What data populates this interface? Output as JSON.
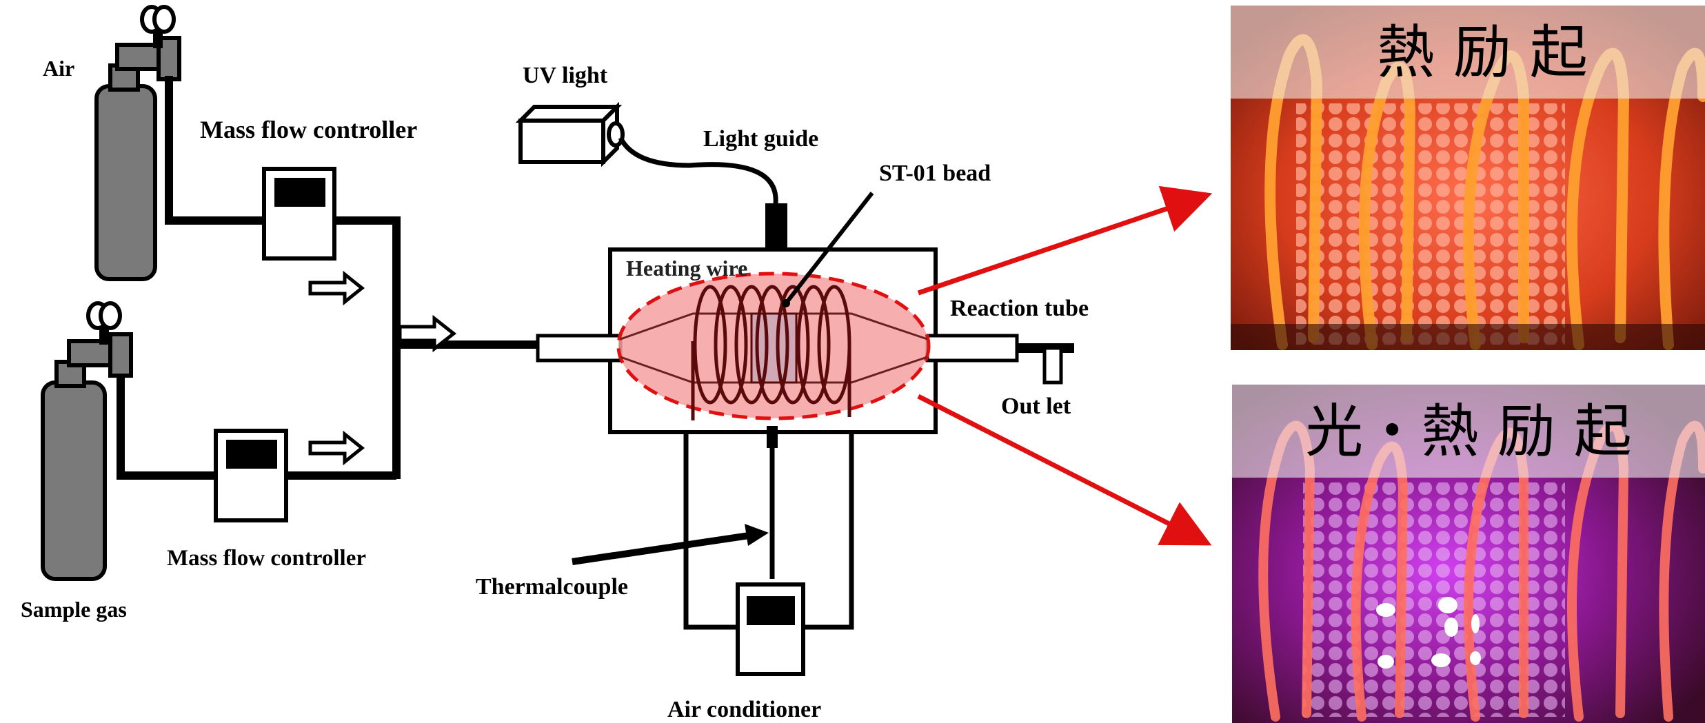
{
  "labels": {
    "air": "Air",
    "sample_gas": "Sample gas",
    "mfc_top": "Mass flow controller",
    "mfc_bottom": "Mass flow controller",
    "uv_light": "UV light",
    "light_guide": "Light guide",
    "bead": "ST-01 bead",
    "heating_wire": "Heating wire",
    "reaction_tube": "Reaction tube",
    "outlet": "Out let",
    "thermocouple": "Thermalcouple",
    "air_conditioner": "Air conditioner"
  },
  "photos": {
    "top_caption": "熱 励 起",
    "bottom_caption": "光・熱 励 起"
  },
  "colors": {
    "line": "#000000",
    "cylinder": "#7a7a7a",
    "highlight_fill": "#f4a0a0",
    "highlight_stroke": "#e01010",
    "arrow": "#e01010",
    "coil": "#5a0a0a",
    "photo_top_bg": "#c22a10",
    "photo_bottom_bg": "#7a1060",
    "uv_glow": "#c020e0",
    "heater_orange": "#ffa030"
  }
}
